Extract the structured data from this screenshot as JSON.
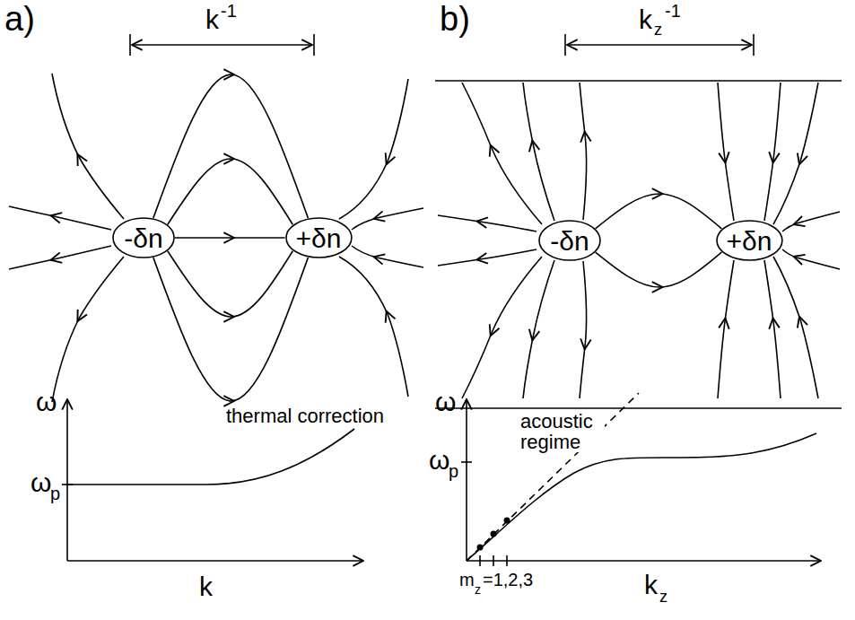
{
  "diagram": {
    "nodes": [
      {
        "text": [
          "-δn"
        ]
      },
      {
        "text": [
          "+δn"
        ]
      },
      {
        "text": [
          "-δn"
        ]
      },
      {
        "text": [
          "+δn"
        ]
      }
    ],
    "edges": [
      {
        "from": 0,
        "to": 1,
        "arrow": "to"
      },
      {
        "from": 0,
        "to": 1,
        "arrow": "to"
      },
      {
        "from": 0,
        "to": 1,
        "arrow": "to"
      },
      {
        "from": 0,
        "to": 1,
        "arrow": "to"
      },
      {
        "from": 0,
        "to": 1,
        "arrow": "to"
      },
      {
        "from": 2,
        "to": 3,
        "arrow": "to"
      },
      {
        "from": 2,
        "to": 3,
        "arrow": "to"
      }
    ],
    "labels": [
      "a)",
      "k",
      "-1",
      "b)",
      "k",
      "z",
      "-1",
      "ω",
      "ω",
      "p",
      "thermal correction",
      "k",
      "ω",
      "ω",
      "p",
      "acoustic regime",
      "m",
      "z",
      "=1,2,3",
      "k",
      "z"
    ]
  }
}
